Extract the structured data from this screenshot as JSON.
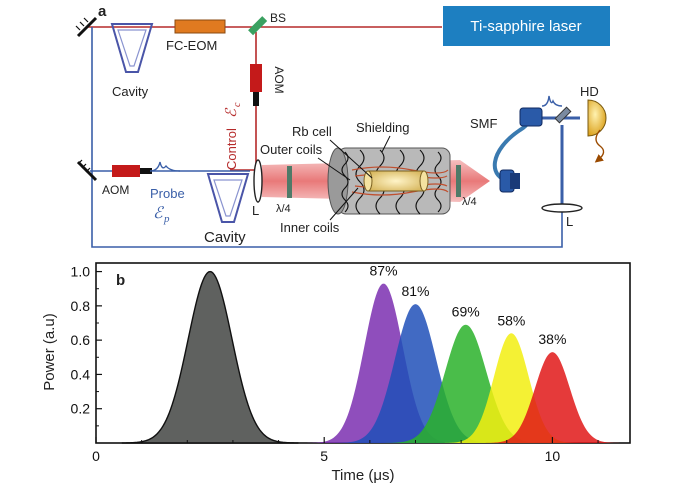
{
  "panel_a": {
    "panel_label": "a",
    "labels": {
      "laser": "Ti-sapphire laser",
      "fc_eom": "FC-EOM",
      "bs": "BS",
      "cavity_top": "Cavity",
      "aom_vertical": "AOM",
      "control": "Control",
      "control_symbol": "ℰ",
      "control_sub": "c",
      "aom_left": "AOM",
      "probe": "Probe",
      "probe_symbol": "ℰ",
      "probe_sub": "p",
      "cavity_bottom": "Cavity",
      "lens_left": "L",
      "qwp_left": "λ/4",
      "rb_cell": "Rb cell",
      "shielding": "Shielding",
      "outer_coils": "Outer coils",
      "inner_coils": "Inner coils",
      "qwp_right": "λ/4",
      "smf": "SMF",
      "hd": "HD",
      "lens_right": "L"
    },
    "colors": {
      "laser_box": "#1d7fc1",
      "eom": "#e07a20",
      "aom": "#c41a1a",
      "control_beam": "#b52a2a",
      "probe_beam": "#3a5fa8",
      "cavity": "#4a55a8",
      "bs": "#3aa060",
      "detector": "#e8b830"
    }
  },
  "chart_data": {
    "type": "area",
    "panel_label": "b",
    "xlabel": "Time (μs)",
    "ylabel": "Power (a.u)",
    "xlim": [
      0,
      11.7
    ],
    "ylim": [
      0,
      1.05
    ],
    "xticks": [
      "0",
      "5",
      "10"
    ],
    "yticks": [
      "0.2",
      "0.4",
      "0.6",
      "0.8",
      "1.0"
    ],
    "series": [
      {
        "center": 2.5,
        "peak": 1.0,
        "sigma": 0.48,
        "color": "#5f615f",
        "percent": ""
      },
      {
        "center": 6.3,
        "peak": 0.93,
        "sigma": 0.42,
        "color": "#7b2fb0",
        "percent": "87%"
      },
      {
        "center": 7.0,
        "peak": 0.81,
        "sigma": 0.45,
        "color": "#2050b8",
        "percent": "81%"
      },
      {
        "center": 8.1,
        "peak": 0.69,
        "sigma": 0.45,
        "color": "#2ab22a",
        "percent": "69%"
      },
      {
        "center": 9.1,
        "peak": 0.64,
        "sigma": 0.38,
        "color": "#f2ee10",
        "percent": "58%"
      },
      {
        "center": 10.0,
        "peak": 0.53,
        "sigma": 0.38,
        "color": "#e01818",
        "percent": "38%"
      }
    ]
  }
}
